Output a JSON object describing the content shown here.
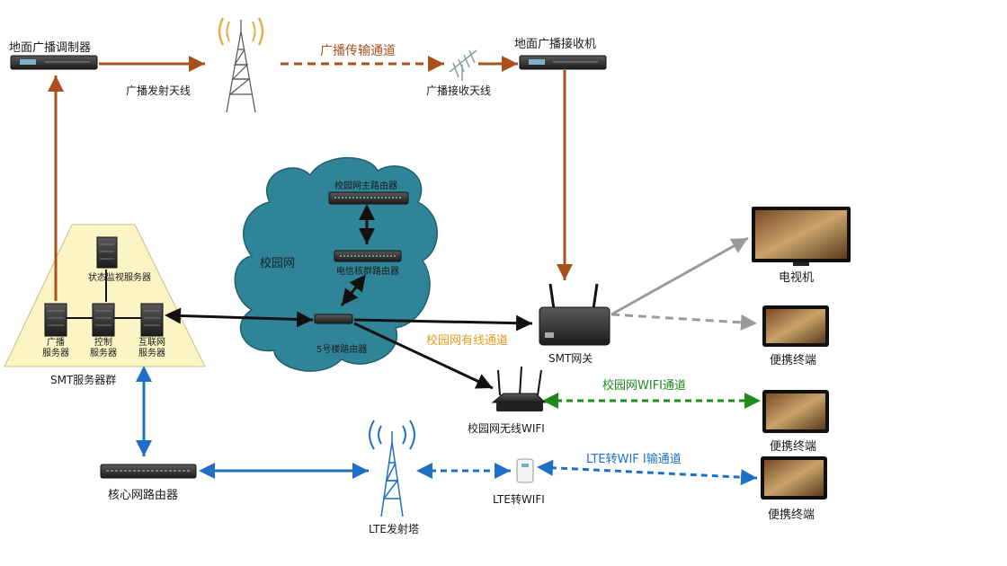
{
  "labels": {
    "modulator": "地面广播调制器",
    "receiver": "地面广播接收机",
    "broadcast_channel": "广播传输通道",
    "tx_antenna": "广播发射天线",
    "rx_antenna": "广播接收天线",
    "campus_net": "校园网",
    "campus_main_router": "校园网主路由器",
    "telecom_router": "电信核群路由器",
    "building5_router": "5号楼路由器",
    "status_server": "状态监视服务器",
    "broadcast_server": "广播\n服务器",
    "control_server": "控制\n服务器",
    "internet_server": "互联网\n服务器",
    "smt_cluster": "SMT服务器群",
    "wired_channel": "校园网有线通道",
    "smt_gateway": "SMT网关",
    "tv": "电视机",
    "portable1": "便携终端",
    "portable2": "便携终端",
    "portable3": "便携终端",
    "wifi_channel": "校园网WIFI通道",
    "campus_wifi": "校园网无线WIFI",
    "lte_channel": "LTE转WIF I输通道",
    "lte_wifi": "LTE转WIFI",
    "lte_tower": "LTE发射塔",
    "core_router": "核心网路由器"
  },
  "colors": {
    "broadcast": "#a8511c",
    "network": "#111111",
    "wired_channel": "#e39b1e",
    "wifi": "#1e8a1e",
    "lte": "#1f6fc4",
    "to_tv": "#9a9a9a",
    "cloud": "#2f8497",
    "cluster_bg": "#fbf4c4"
  }
}
